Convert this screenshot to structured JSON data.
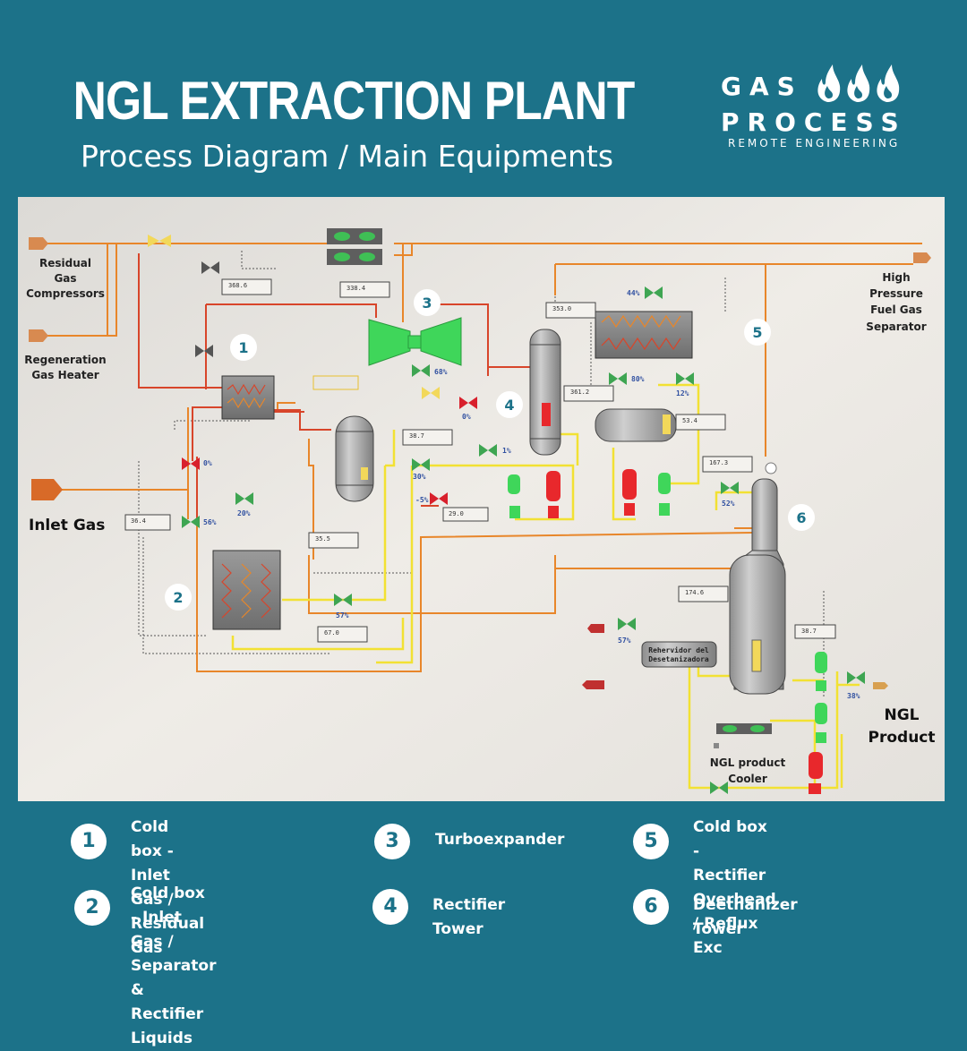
{
  "header": {
    "title": "NGL EXTRACTION PLANT",
    "subtitle": "Process Diagram / Main Equipments"
  },
  "logo": {
    "line1": "GAS",
    "line2": "PROCESS",
    "line3": "REMOTE ENGINEERING"
  },
  "diagram": {
    "labels": {
      "residual_gas_compressors": [
        "Residual",
        "Gas",
        "Compressors"
      ],
      "regeneration_gas_heater": [
        "Regeneration",
        "Gas Heater"
      ],
      "high_pressure_fuel_gas_separator": [
        "High",
        "Pressure",
        "Fuel Gas",
        "Separator"
      ],
      "inlet_gas": "Inlet Gas",
      "ngl_product": [
        "NGL",
        "Product"
      ],
      "ngl_product_cooler": [
        "NGL product",
        "Cooler"
      ],
      "reboiler": [
        "Rehervidor del",
        "Desetanizadora"
      ]
    },
    "valve_percents": [
      "0%",
      "56%",
      "20%",
      "57%",
      "68%",
      "0%",
      "1%",
      "30%",
      "-5%",
      "44%",
      "80%",
      "12%",
      "52%",
      "57%",
      "38%"
    ],
    "readouts": [
      "368.6",
      "338.4",
      "353.0",
      "36.4",
      "35.5",
      "67.0",
      "38.7",
      "29.0",
      "361.2",
      "53.4",
      "167.3",
      "174.6",
      "38.7"
    ],
    "markers": [
      "1",
      "2",
      "3",
      "4",
      "5",
      "6"
    ]
  },
  "legend": [
    {
      "num": "1",
      "lines": [
        "Cold box - Inlet Gas /",
        "Residual Gas"
      ]
    },
    {
      "num": "2",
      "lines": [
        "Cold box - Inlet Gas /",
        "Separator & Rectifier",
        "Liquids"
      ]
    },
    {
      "num": "3",
      "lines": [
        "Turboexpander"
      ]
    },
    {
      "num": "4",
      "lines": [
        "Rectifier Tower"
      ]
    },
    {
      "num": "5",
      "lines": [
        "Cold box - Rectifier",
        "Overhead / Reflux Exc"
      ]
    },
    {
      "num": "6",
      "lines": [
        "Deethanizer Tower"
      ]
    }
  ],
  "colors": {
    "background": "#1c7289",
    "diagram_bg": "#e9e6e1",
    "hot_line": "#d8452a",
    "orange_line": "#e8862a",
    "liquid_line": "#f2e133",
    "valve_green": "#3ea552",
    "valve_red": "#d8202c"
  }
}
